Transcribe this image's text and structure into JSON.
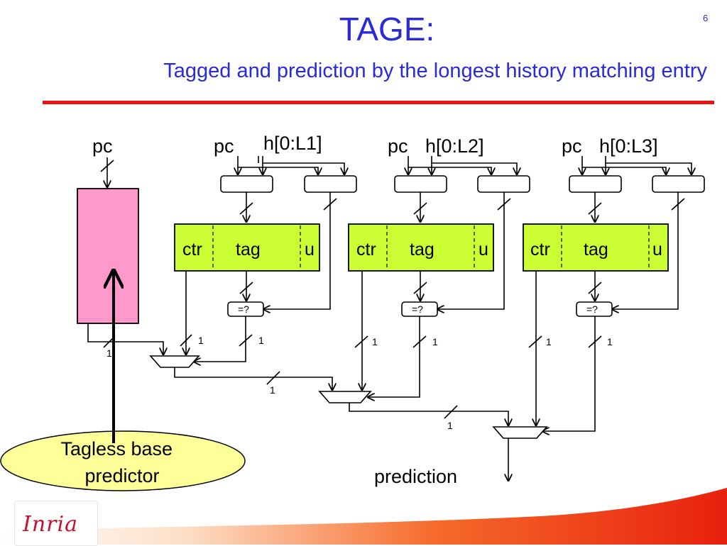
{
  "slide": {
    "title": "TAGE:",
    "subtitle": "Tagged and prediction by the longest history matching entry",
    "page_number": "6"
  },
  "base": {
    "pc_label": "pc",
    "callout": "Tagless base predictor",
    "color": "#ff99cc",
    "output_width": "1"
  },
  "tables": [
    {
      "pc_label": "pc",
      "history_label": "h[0:L1]",
      "fields": [
        "ctr",
        "tag",
        "u"
      ],
      "compare_label": "=?",
      "ctr_width": "1",
      "hit_width": "1"
    },
    {
      "pc_label": "pc",
      "history_label": "h[0:L2]",
      "fields": [
        "ctr",
        "tag",
        "u"
      ],
      "compare_label": "=?",
      "ctr_width": "1",
      "hit_width": "1"
    },
    {
      "pc_label": "pc",
      "history_label": "h[0:L3]",
      "fields": [
        "ctr",
        "tag",
        "u"
      ],
      "compare_label": "=?",
      "ctr_width": "1",
      "hit_width": "1"
    }
  ],
  "mux_outputs": [
    "1",
    "1"
  ],
  "output_label": "prediction",
  "colors": {
    "title": "#2a2ad8",
    "rule": "#ee1111",
    "table_fill": "#ccff33",
    "callout_fill": "#ffff99",
    "footer": "#e8200e"
  },
  "footer": {
    "logo": "Inria"
  }
}
